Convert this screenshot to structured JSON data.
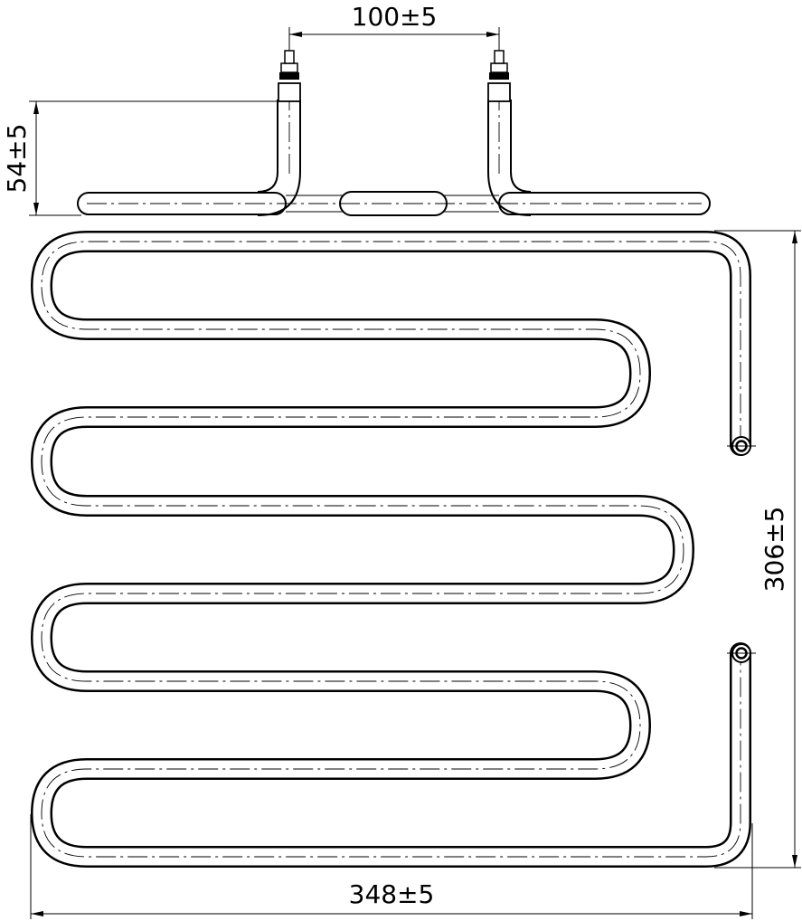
{
  "dimensions": {
    "terminal_spacing": "100±5",
    "terminal_height": "54±5",
    "overall_height": "306±5",
    "overall_width": "348±5"
  },
  "colors": {
    "line": "#000000",
    "background": "#ffffff"
  }
}
